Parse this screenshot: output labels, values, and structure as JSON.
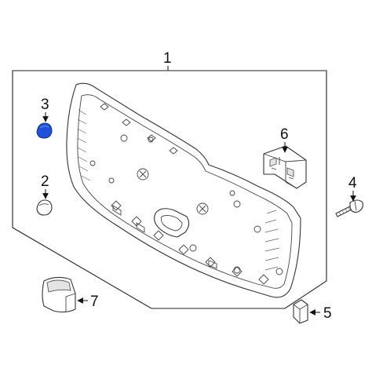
{
  "callouts": [
    {
      "id": "1",
      "label": "1"
    },
    {
      "id": "2",
      "label": "2"
    },
    {
      "id": "3",
      "label": "3"
    },
    {
      "id": "4",
      "label": "4"
    },
    {
      "id": "5",
      "label": "5"
    },
    {
      "id": "6",
      "label": "6"
    },
    {
      "id": "7",
      "label": "7"
    }
  ],
  "highlight_color": "#1f52d8",
  "highlighted_part": "3"
}
